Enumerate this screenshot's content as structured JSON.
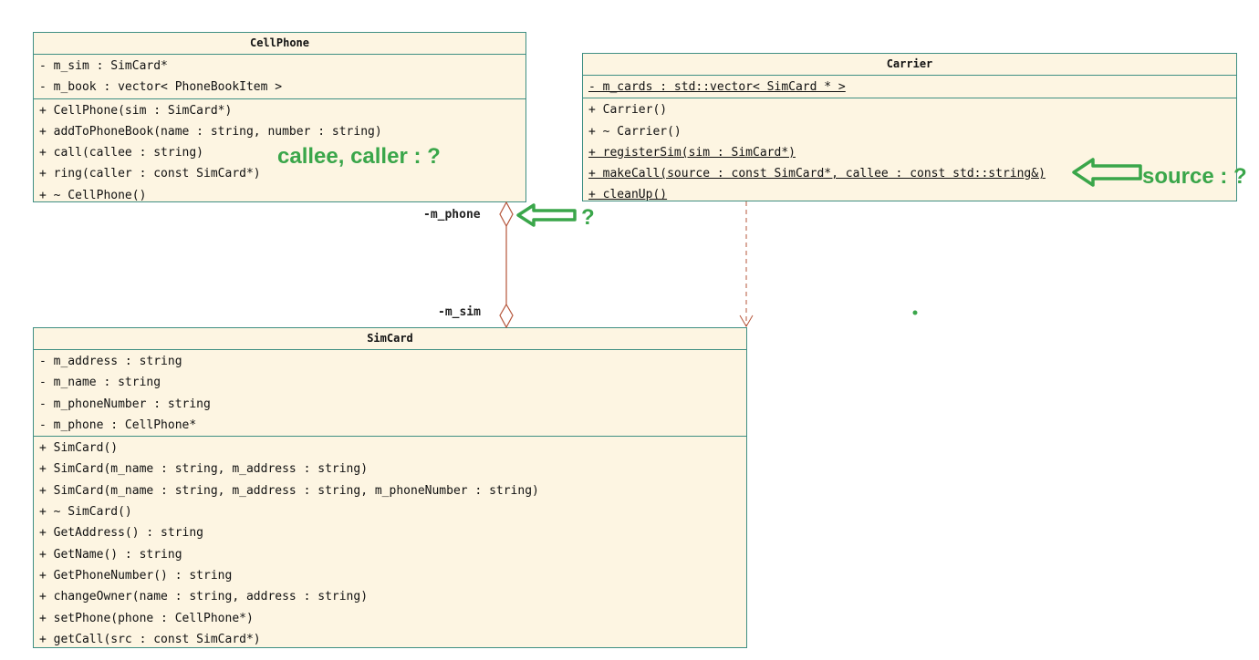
{
  "classes": {
    "cellphone": {
      "name": "CellPhone",
      "attributes": [
        "- m_sim : SimCard*",
        "- m_book : vector< PhoneBookItem >"
      ],
      "operations": [
        "+ CellPhone(sim : SimCard*)",
        "+ addToPhoneBook(name : string, number : string)",
        "+ call(callee : string)",
        "+ ring(caller : const SimCard*)",
        "+ ~ CellPhone()"
      ]
    },
    "carrier": {
      "name": "Carrier",
      "attributes": [
        "- m_cards : std::vector< SimCard * >"
      ],
      "operations": [
        "+ Carrier()",
        "+ ~ Carrier()",
        "+ registerSim(sim : SimCard*)",
        "+ makeCall(source : const SimCard*, callee : const std::string&)",
        "+ cleanUp()"
      ]
    },
    "simcard": {
      "name": "SimCard",
      "attributes": [
        "- m_address : string",
        "- m_name : string",
        "- m_phoneNumber : string",
        "- m_phone : CellPhone*"
      ],
      "operations": [
        "+ SimCard()",
        "+ SimCard(m_name : string, m_address : string)",
        "+ SimCard(m_name : string, m_address : string, m_phoneNumber : string)",
        "+ ~ SimCard()",
        "+ GetAddress() : string",
        "+ GetName() : string",
        "+ GetPhoneNumber() : string",
        "+ changeOwner(name : string, address : string)",
        "+ setPhone(phone : CellPhone*)",
        "+ getCall(src : const SimCard*)"
      ]
    }
  },
  "roles": {
    "m_phone": "-m_phone",
    "m_sim": "-m_sim"
  },
  "annotations": {
    "callee_caller": "callee, caller : ?",
    "question": "?",
    "source": "source : ?"
  },
  "colors": {
    "class_fill": "#fdf5e2",
    "class_border": "#3f8f83",
    "relation_line": "#b5553a",
    "annotation": "#3aa64a"
  }
}
